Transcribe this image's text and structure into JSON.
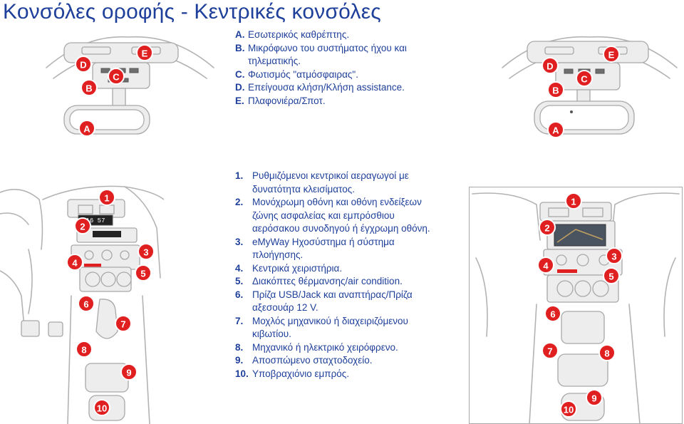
{
  "title": "Κονσόλες οροφής - Κεντρικές κονσόλες",
  "roof_legend": [
    {
      "key": "A.",
      "text": "Εσωτερικός καθρέπτης."
    },
    {
      "key": "B.",
      "text": "Μικρόφωνο του συστήματος ήχου και\nτηλεματικής."
    },
    {
      "key": "C.",
      "text": "Φωτισμός \"ατμόσφαιρας\"."
    },
    {
      "key": "D.",
      "text": "Επείγουσα κλήση/Κλήση assistance."
    },
    {
      "key": "E.",
      "text": "Πλαφονιέρα/Σποτ."
    }
  ],
  "console_legend": [
    {
      "key": "1.",
      "text": "Ρυθμιζόμενοι κεντρικοί αεραγωγοί με\nδυνατότητα κλεισίματος."
    },
    {
      "key": "2.",
      "text": "Μονόχρωμη οθόνη και οθόνη ενδείξεων\nζώνης ασφαλείας και εμπρόσθιου\nαερόσακου συνοδηγού ή έγχρωμη οθόνη."
    },
    {
      "key": "3.",
      "text": "eMyWay Ηχοσύστημα ή σύστημα\nπλοήγησης."
    },
    {
      "key": "4.",
      "text": "Κεντρικά χειριστήρια."
    },
    {
      "key": "5.",
      "text": "Διακόπτες θέρμανσης/air condition."
    },
    {
      "key": "6.",
      "text": "Πρίζα USB/Jack και αναπτήρας/Πρίζα\nαξεσουάρ 12 V."
    },
    {
      "key": "7.",
      "text": "Μοχλός μηχανικού ή διαχειριζόμενου\nκιβωτίου."
    },
    {
      "key": "8.",
      "text": "Μηχανικό ή ηλεκτρικό χειρόφρενο."
    },
    {
      "key": "9.",
      "text": "Αποσπώμενο σταχτοδοχείο."
    },
    {
      "key": "10.",
      "text": "Υποβραχιόνιο εμπρός."
    }
  ],
  "figure_labels": {
    "letters": [
      "A",
      "B",
      "C",
      "D",
      "E"
    ],
    "numbers": [
      "1",
      "2",
      "3",
      "4",
      "5",
      "6",
      "7",
      "8",
      "9",
      "10"
    ],
    "display_text": "16 57"
  },
  "colors": {
    "text": "#1e3f9a",
    "badge": "#e02020",
    "line": "#b3b3b3"
  }
}
